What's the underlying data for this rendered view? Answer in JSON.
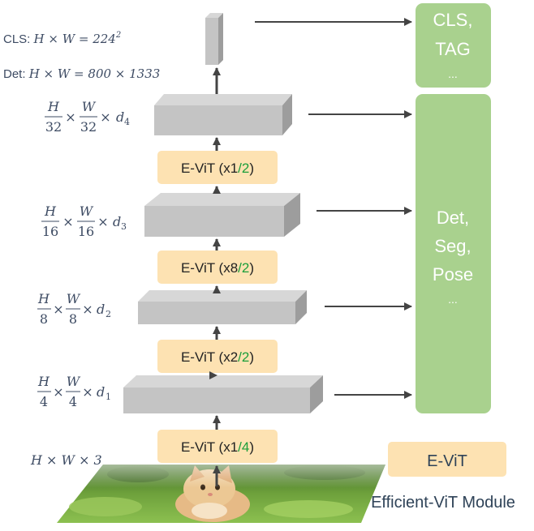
{
  "resolution_labels": {
    "cls": {
      "prefix": "CLS: ",
      "math": "H × W = 224",
      "sup": "2"
    },
    "det": {
      "prefix": "Det: ",
      "math": "H × W = 800 × 1333"
    }
  },
  "stage_dims": [
    {
      "num1": "H",
      "den1": "32",
      "num2": "W",
      "den2": "32",
      "d": "d",
      "sub": "4"
    },
    {
      "num1": "H",
      "den1": "16",
      "num2": "W",
      "den2": "16",
      "d": "d",
      "sub": "3"
    },
    {
      "num1": "H",
      "den1": "8",
      "num2": "W",
      "den2": "8",
      "d": "d",
      "sub": "2"
    },
    {
      "num1": "H",
      "den1": "4",
      "num2": "W",
      "den2": "4",
      "d": "d",
      "sub": "1"
    }
  ],
  "input_label": "H × W × 3",
  "blocks": [
    {
      "prefix": "E-ViT (x1",
      "slash": "/",
      "factor": "2",
      "close": ")"
    },
    {
      "prefix": "E-ViT (x8",
      "slash": "/",
      "factor": "2",
      "close": ")"
    },
    {
      "prefix": "E-ViT (x2",
      "slash": "/",
      "factor": "2",
      "close": ")"
    },
    {
      "prefix": "E-ViT (x1",
      "slash": "/",
      "factor": "4",
      "close": ")"
    }
  ],
  "heads": {
    "cls": [
      "CLS,",
      "TAG",
      "..."
    ],
    "dense": [
      "Det,",
      "Seg,",
      "Pose",
      "..."
    ]
  },
  "legend": {
    "block": "E-ViT",
    "caption": "Efficient-ViT Module"
  },
  "colors": {
    "block_fill": "#fde2b2",
    "head_fill": "#a9d18e",
    "stage_front": "#c4c4c4",
    "stage_top": "#d7d7d7",
    "stage_side": "#9d9d9d",
    "arrow": "#444444",
    "factor_green": "#1a9e3a",
    "math_text": "#3d4b63"
  },
  "icons": {
    "input_image": "kitten-photo-icon"
  }
}
